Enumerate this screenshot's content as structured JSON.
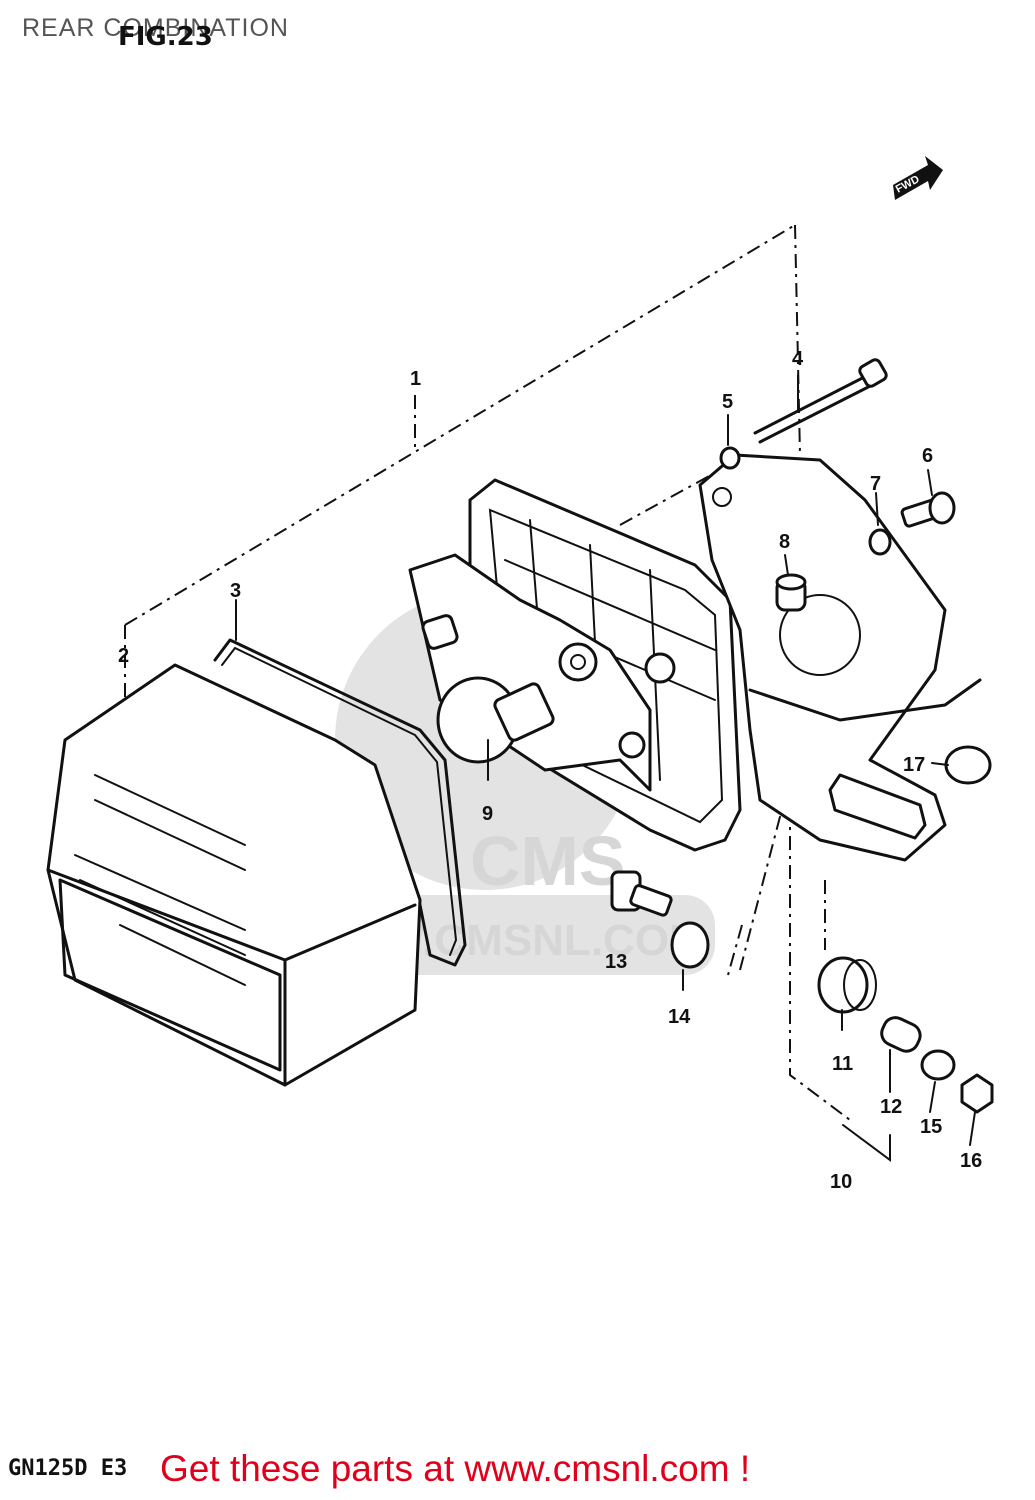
{
  "header": {
    "title": "REAR COMBINATION",
    "figure_label": "FIG.23"
  },
  "badge": {
    "direction": "FWD"
  },
  "watermark": {
    "url": "WWW.CMSNL.COM",
    "brand": "CMS"
  },
  "callouts": [
    "1",
    "2",
    "3",
    "4",
    "5",
    "6",
    "7",
    "8",
    "9",
    "10",
    "11",
    "12",
    "13",
    "14",
    "15",
    "16",
    "17"
  ],
  "footer": {
    "model": "GN125D E3",
    "promo": "Get these parts at www.cmsnl.com !"
  },
  "colors": {
    "ink": "#111111",
    "promo": "#e0001b",
    "watermark": "#d6d6d6"
  }
}
